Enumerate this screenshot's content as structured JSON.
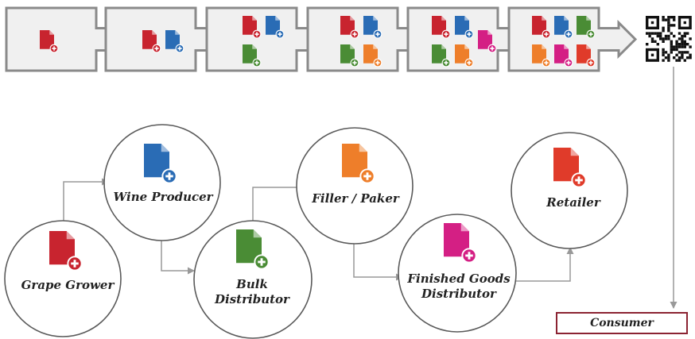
{
  "colors": {
    "red": "#c8242f",
    "blue": "#2a6cb5",
    "green": "#4a8c35",
    "orange": "#ee7e2a",
    "magenta": "#d41f84",
    "retail_red": "#e03b2a",
    "consumer_border": "#8b2332",
    "connector": "#999999",
    "chevron_fill": "#f0f0f0",
    "chevron_stroke": "#8a8a8a"
  },
  "chain": {
    "stages": [
      {
        "icons": [
          "red"
        ]
      },
      {
        "icons": [
          "red",
          "blue"
        ]
      },
      {
        "icons": [
          "red",
          "blue",
          "green"
        ]
      },
      {
        "icons": [
          "red",
          "blue",
          "green",
          "orange"
        ]
      },
      {
        "icons": [
          "red",
          "blue",
          "magenta",
          "green",
          "orange"
        ]
      },
      {
        "icons": [
          "red",
          "blue",
          "green",
          "orange",
          "magenta",
          "retail_red"
        ]
      }
    ],
    "qr_code_icon": "qr-code-icon"
  },
  "nodes": [
    {
      "id": "grape-grower",
      "label": "Grape Grower",
      "icon_color": "red"
    },
    {
      "id": "wine-producer",
      "label": "Wine Producer",
      "icon_color": "blue"
    },
    {
      "id": "bulk-distributor",
      "label": "Bulk\nDistributor",
      "icon_color": "green"
    },
    {
      "id": "filler-paker",
      "label": "Filler / Paker",
      "icon_color": "orange"
    },
    {
      "id": "finished-goods-distributor",
      "label": "Finished Goods\nDistributor",
      "icon_color": "magenta"
    },
    {
      "id": "retailer",
      "label": "Retailer",
      "icon_color": "retail_red"
    }
  ],
  "consumer": {
    "label": "Consumer"
  }
}
